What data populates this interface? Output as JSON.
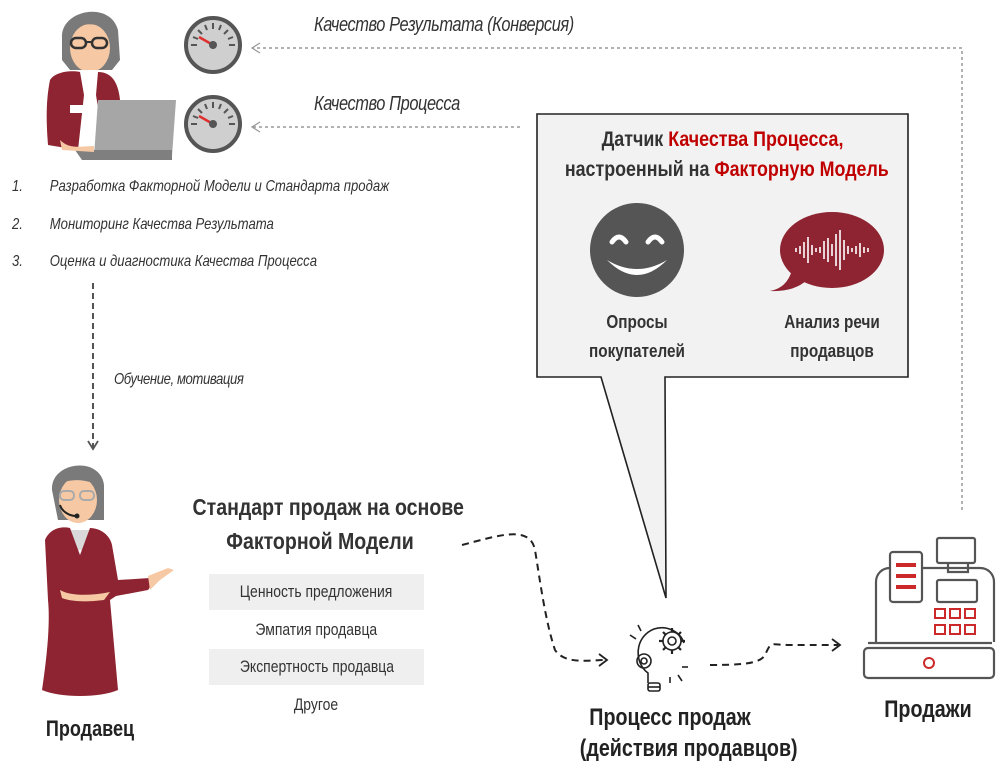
{
  "manager": {
    "gauges": [
      {
        "name": "result-quality-gauge",
        "label": "Качество Результата  (Конверсия)"
      },
      {
        "name": "process-quality-gauge",
        "label": "Качество Процесса"
      }
    ],
    "steps": [
      {
        "num": "1.",
        "text": "Разработка Факторной Модели  и Стандарта продаж"
      },
      {
        "num": "2.",
        "text": "Мониторинг Качества Результата"
      },
      {
        "num": "3.",
        "text": "Оценка и диагностика Качества Процесса"
      }
    ],
    "training_label": "Обучение,  мотивация"
  },
  "sensor": {
    "title_line1_plain": "Датчик ",
    "title_line1_red": "Качества Процесса,",
    "title_line2_plain": "настроенный на ",
    "title_line2_red": "Факторную Модель",
    "items": [
      {
        "icon": "smiley-face-icon",
        "line1": "Опросы",
        "line2": "покупателей"
      },
      {
        "icon": "speech-bubble-soundwave-icon",
        "line1": "Анализ речи",
        "line2": "продавцов"
      }
    ]
  },
  "standard": {
    "title_line1": "Стандарт продаж на основе",
    "title_line2": "Факторной Модели",
    "factors": [
      "Ценность предложения",
      "Эмпатия продавца",
      "Экспертность продавца",
      "Другое"
    ]
  },
  "nodes": {
    "seller": "Продавец",
    "process_line1": "Процесс  продаж",
    "process_line2": "(действия продавцов)",
    "sales": "Продажи"
  },
  "colors": {
    "accent_red": "#c00000",
    "dress_red": "#8e2331",
    "callout_bg": "#f2f2f2",
    "gauge_grey": "#555555"
  }
}
